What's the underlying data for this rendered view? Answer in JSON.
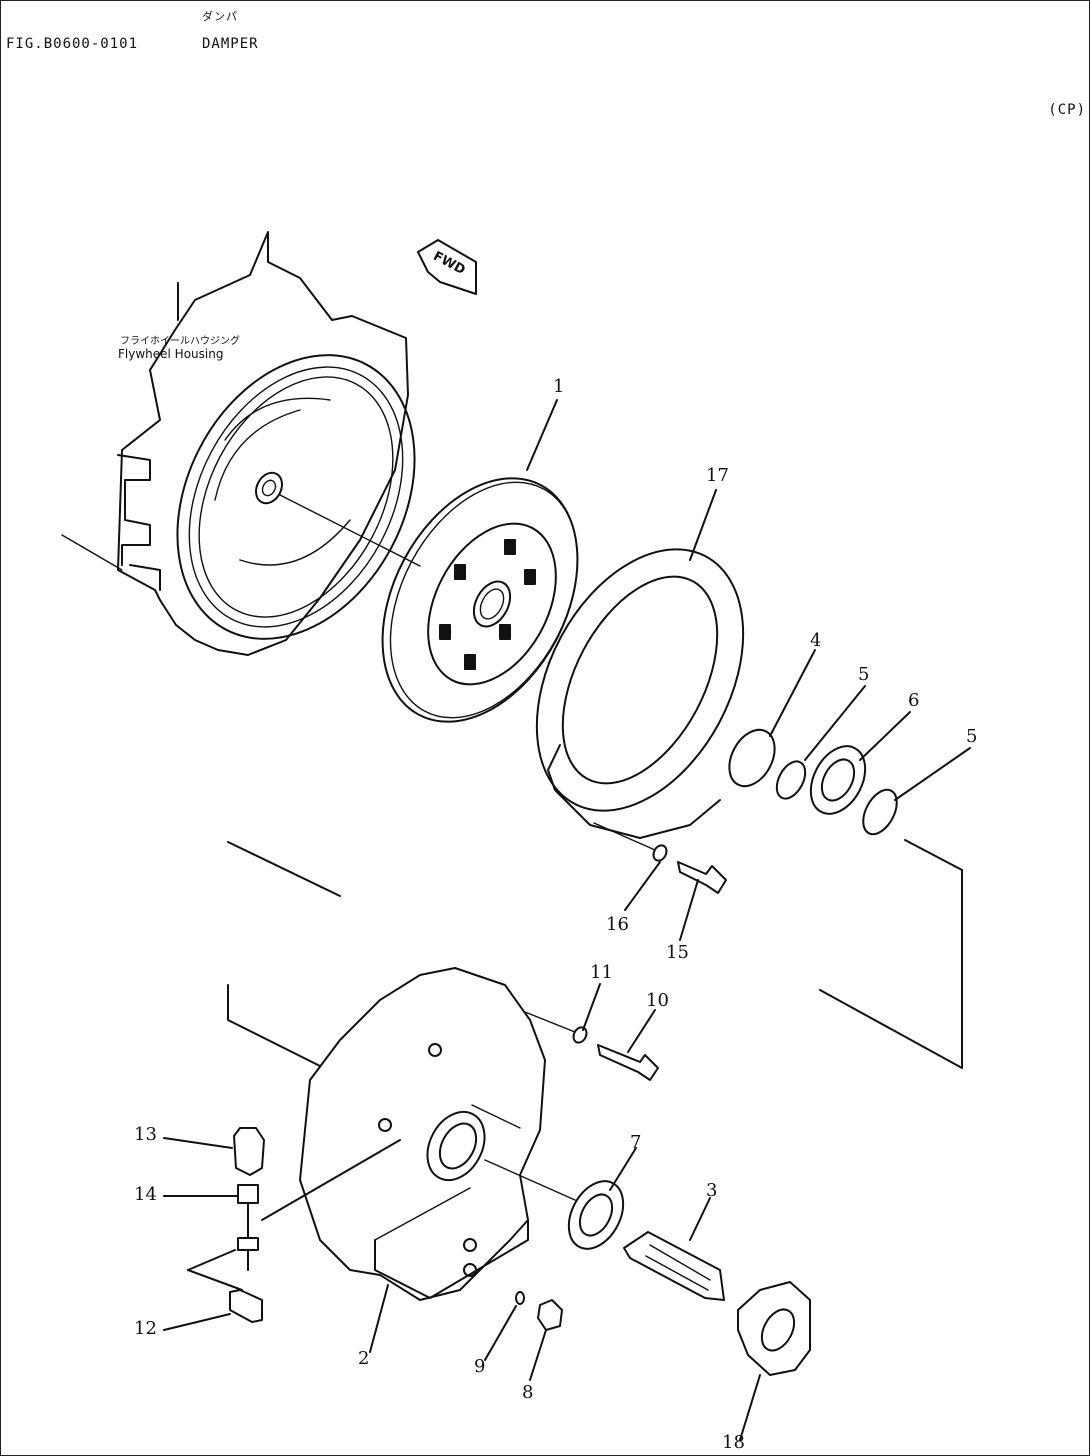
{
  "header": {
    "figure_id": "FIG.B0600-0101",
    "title_jp": "ダンパ",
    "title_en": "DAMPER",
    "code": "(CP)"
  },
  "housing_label": {
    "jp": "フライホイールハウジング",
    "en": "Flywheel Housing"
  },
  "fwd_tag": "FWD",
  "callouts": [
    "1",
    "17",
    "4",
    "5",
    "6",
    "5",
    "16",
    "15",
    "11",
    "10",
    "13",
    "14",
    "12",
    "2",
    "7",
    "3",
    "9",
    "8",
    "18"
  ]
}
